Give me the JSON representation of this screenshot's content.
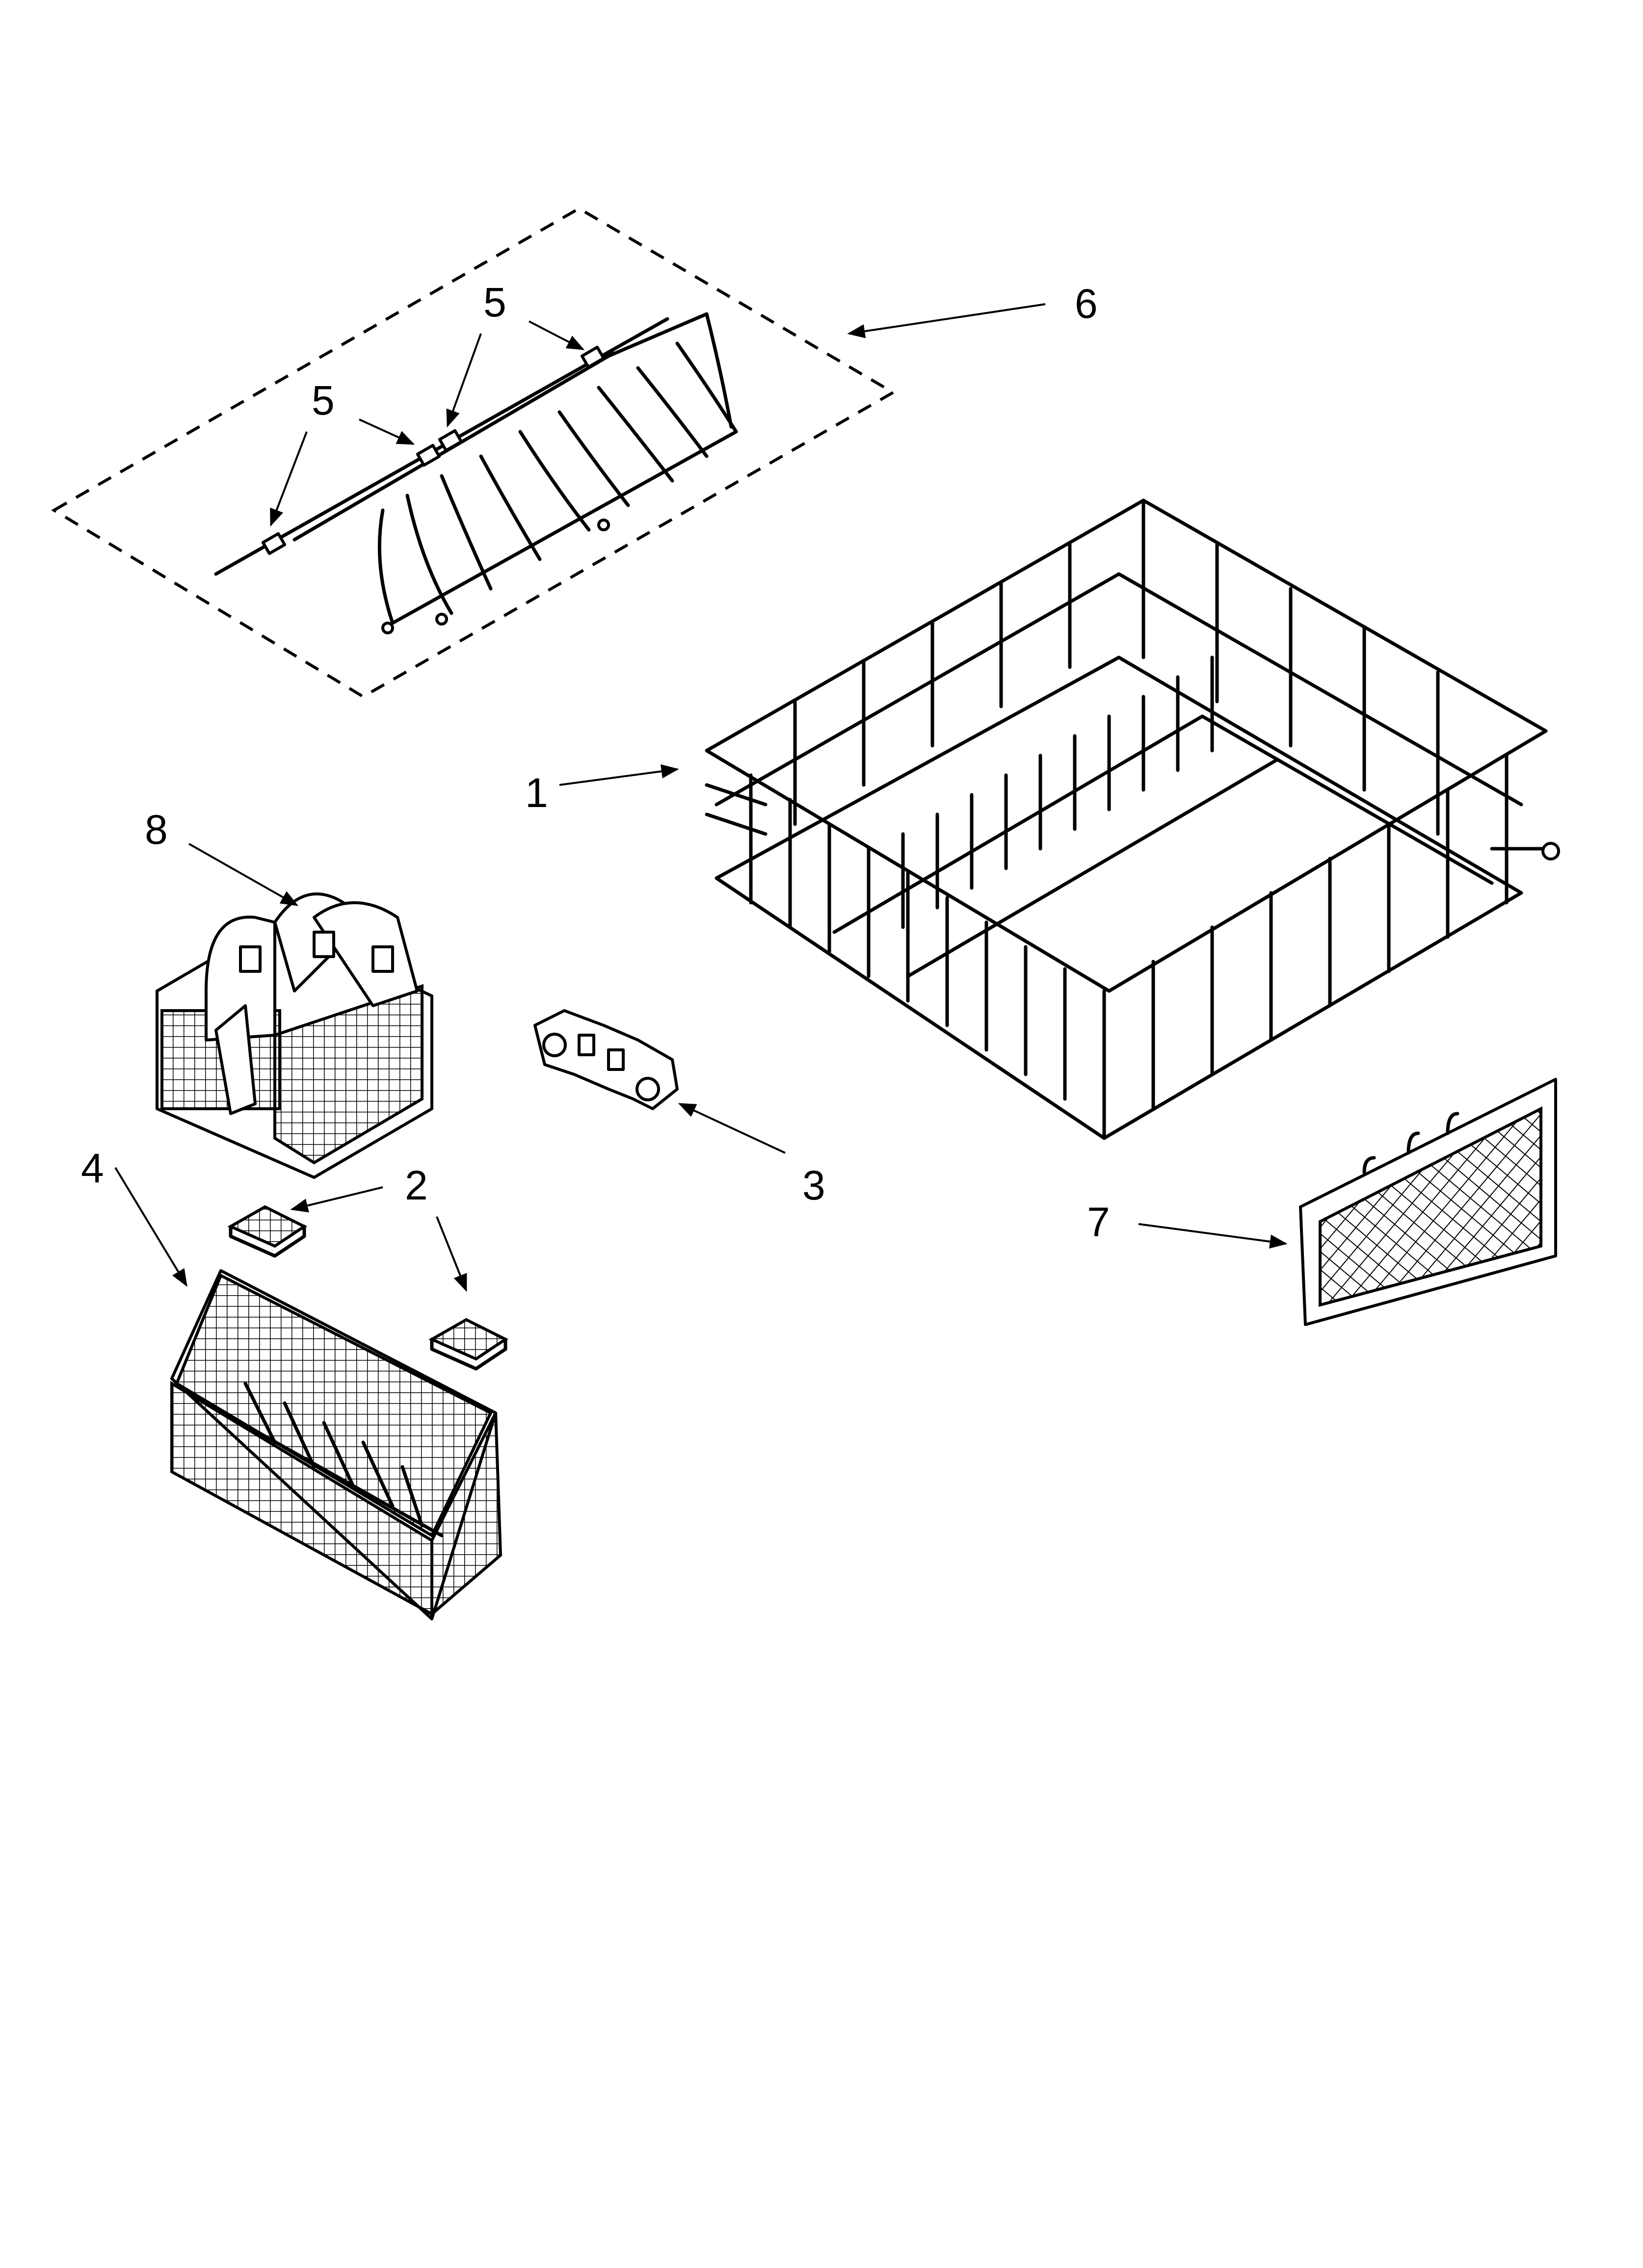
{
  "diagram": {
    "colors": {
      "ink": "#000000",
      "paper": "#ffffff"
    },
    "callouts": [
      {
        "id": "c1",
        "label": "1"
      },
      {
        "id": "c2",
        "label": "2"
      },
      {
        "id": "c3",
        "label": "3"
      },
      {
        "id": "c4",
        "label": "4"
      },
      {
        "id": "c5a",
        "label": "5"
      },
      {
        "id": "c5b",
        "label": "5"
      },
      {
        "id": "c6",
        "label": "6"
      },
      {
        "id": "c7",
        "label": "7"
      },
      {
        "id": "c8",
        "label": "8"
      }
    ]
  }
}
